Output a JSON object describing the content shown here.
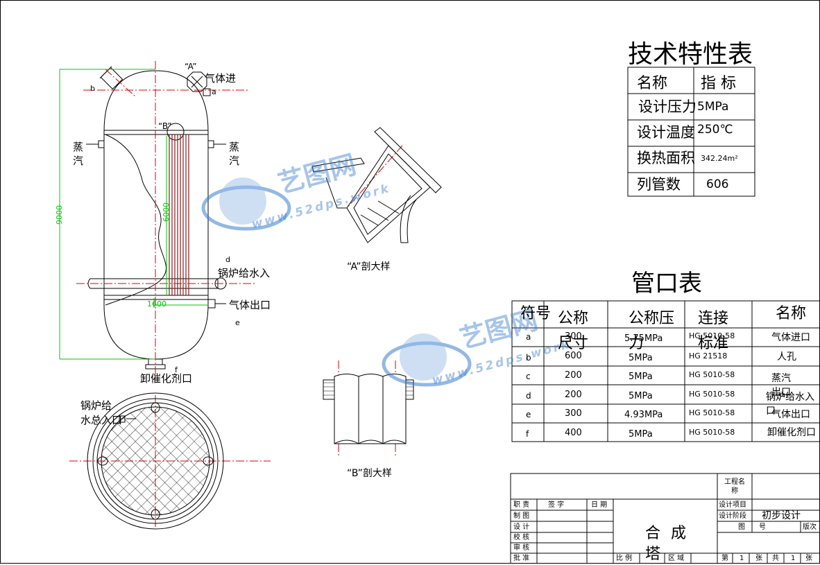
{
  "tech_table": {
    "title": "技术特性表",
    "header": {
      "name": "名称",
      "index": "指 标"
    },
    "rows": [
      {
        "label": "设计压力",
        "value": "5MPa"
      },
      {
        "label": "设计温度",
        "value": "250℃"
      },
      {
        "label": "换热面积",
        "value": "342.24m²"
      },
      {
        "label": "列管数",
        "value": "606"
      }
    ]
  },
  "nozzle_table": {
    "title": "管口表",
    "headers": [
      "符号",
      "公称尺寸",
      "公称压力",
      "连接标准",
      "名称"
    ],
    "rows": [
      {
        "sym": "a",
        "size": "300",
        "pressure": "5.75MPa",
        "std": "HG 5010-58",
        "name": "气体进口"
      },
      {
        "sym": "b",
        "size": "600",
        "pressure": "5MPa",
        "std": "HG 21518",
        "name": "人孔"
      },
      {
        "sym": "c",
        "size": "200",
        "pressure": "5MPa",
        "std": "HG 5010-58",
        "name": "蒸汽出口"
      },
      {
        "sym": "d",
        "size": "200",
        "pressure": "5MPa",
        "std": "HG 5010-58",
        "name": "锅炉给水入口"
      },
      {
        "sym": "e",
        "size": "300",
        "pressure": "4.93MPa",
        "std": "HG 5010-58",
        "name": "气体出口"
      },
      {
        "sym": "f",
        "size": "400",
        "pressure": "5MPa",
        "std": "HG 5010-58",
        "name": "卸催化剂口"
      }
    ]
  },
  "title_block": {
    "project_name_label": "工程名称",
    "roles": [
      "职 责",
      "制 图",
      "设 计",
      "校 核",
      "审 核",
      "批 准"
    ],
    "sign_label": "签 字",
    "date_label": "日 期",
    "drawing_title": "合 成 塔",
    "scale_label": "比 例",
    "area_label": "区 域",
    "design_item_label": "设计项目",
    "design_stage_label": "设计阶段",
    "design_stage_value": "初步设计",
    "drawing_no_label": "图　　号",
    "version_label": "版次",
    "sheet_label": "第",
    "sheet_no": "1",
    "sheet_unit": "张",
    "total_label": "共",
    "total_no": "1",
    "total_unit": "张"
  },
  "labels": {
    "gas_in": "气体进",
    "steam_left": "蒸\n汽",
    "steam_right": "蒸\n汽",
    "boiler_feed": "锅炉给水入",
    "gas_out": "气体出口",
    "catalyst": "卸催化剂口",
    "boiler_total": "锅炉给\n水总入口",
    "detail_A": "“A”剖大样",
    "detail_B": "“B”剖大样",
    "mark_A": "“A”",
    "mark_B": "“B”",
    "letter_a": "a",
    "letter_b": "b",
    "letter_d": "d",
    "letter_e": "e",
    "letter_f": "f"
  },
  "dimensions": {
    "overall_height": "9000",
    "tube_length": "6000",
    "diameter": "1600"
  },
  "watermark": {
    "text": "艺图网",
    "url": "www.52dps.work"
  },
  "colors": {
    "dimension": "#00c800",
    "centerline": "#e00000",
    "tubes": "#8b1a1a",
    "watermark": "#3a7fd0"
  }
}
